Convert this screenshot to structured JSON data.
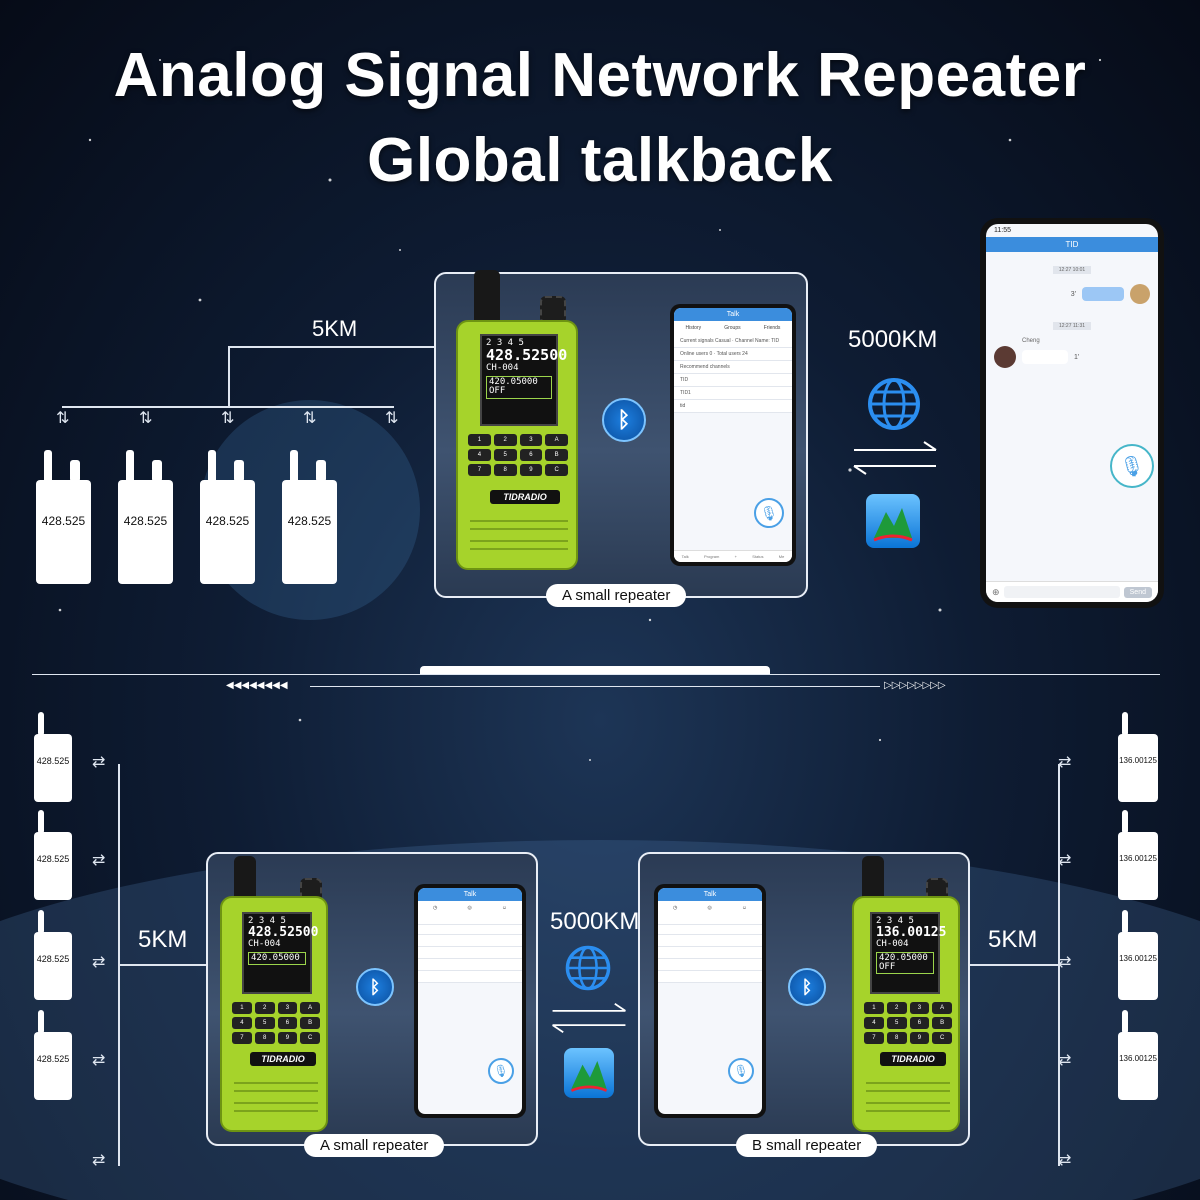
{
  "title_line1": "Analog Signal Network Repeater",
  "title_line2": "Global talkback",
  "top": {
    "distance_local": "5KM",
    "distance_global": "5000KM",
    "repeater_caption": "A small repeater",
    "walkie_freqs": [
      "428.525",
      "428.525",
      "428.525",
      "428.525"
    ],
    "radio": {
      "freq_main": "428.52500",
      "channel": "CH-004",
      "freq_sub": "420.05000",
      "mode": "OFF",
      "brand": "TIDRADIO"
    },
    "app_phone": {
      "header": "Talk",
      "tabs": [
        "History",
        "Groups",
        "Friends"
      ],
      "rows": [
        "Current signals Casual",
        "Channel Name: TID",
        "Online users 0",
        "Total users 24",
        "Recommend channels",
        "TID",
        "TID1",
        "tid"
      ],
      "footer": [
        "Talk",
        "Program",
        "+",
        "Status",
        "Me"
      ]
    },
    "chat_phone": {
      "status_time": "11:55",
      "header": "TID",
      "timestamp1": "12:27 10:01",
      "bubble1_duration": "3'",
      "timestamp2": "12:27 11:31",
      "sender": "Cheng",
      "bubble2_duration": "1'",
      "send_label": "Send"
    }
  },
  "bottom": {
    "left_distance": "5KM",
    "right_distance": "5KM",
    "mid_distance": "5000KM",
    "caption_a": "A small repeater",
    "caption_b": "B small repeater",
    "left_freqs": [
      "428.525",
      "428.525",
      "428.525",
      "428.525"
    ],
    "right_freqs": [
      "136.00125",
      "136.00125",
      "136.00125",
      "136.00125"
    ],
    "radio_a": {
      "freq_main": "428.52500",
      "channel": "CH-004",
      "freq_sub": "420.05000",
      "brand": "TIDRADIO"
    },
    "radio_b": {
      "freq_main": "136.00125",
      "channel": "CH-004",
      "freq_sub": "420.05000",
      "mode": "OFF",
      "brand": "TIDRADIO"
    }
  },
  "divider": {
    "left_arrows": "◀◀◀◀◀◀◀◀",
    "right_arrows": "▷▷▷▷▷▷▷▷"
  },
  "colors": {
    "radio_green": "#a6d32b",
    "accent_blue": "#3b8ddd",
    "background": "#0e1c33"
  }
}
